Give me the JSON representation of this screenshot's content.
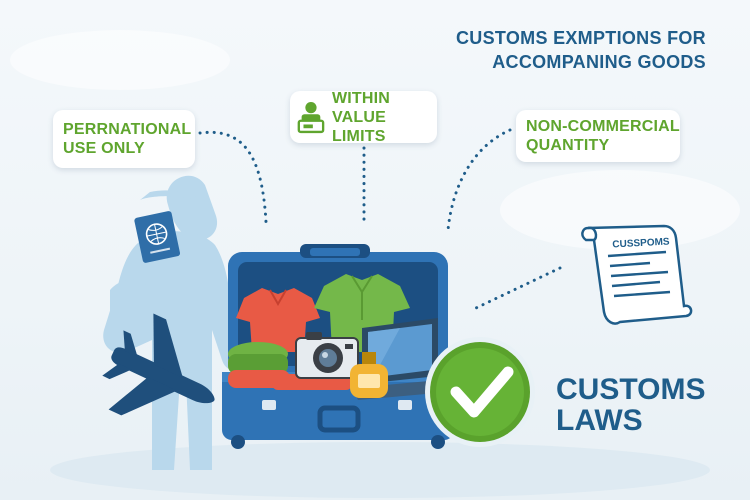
{
  "title": {
    "line1": "CUSTOMS EXMPTIONS FOR",
    "line2": "ACCOMPANING GOODS"
  },
  "callouts": {
    "personal_line1": "PERRNATIONAL",
    "personal_line2": "USE ONLY",
    "value_line1": "WITHIN",
    "value_line2": "VALUE LIMITS",
    "quantity_line1": "NON-COMMERCIAL",
    "quantity_line2": "QUANTITY"
  },
  "document": {
    "label": "CUSSPOMS"
  },
  "laws": {
    "line1": "CUSTOMS",
    "line2": "LAWS"
  },
  "colors": {
    "accent_green": "#5fa52e",
    "title_blue": "#1f5d8a",
    "suitcase_blue": "#2f73b5",
    "silhouette": "#b9d8ec"
  },
  "icons": [
    "passport-icon",
    "airplane-icon",
    "person-scanner-icon",
    "camera-icon",
    "laptop-icon",
    "perfume-icon",
    "checkmark-icon",
    "document-scroll-icon"
  ]
}
